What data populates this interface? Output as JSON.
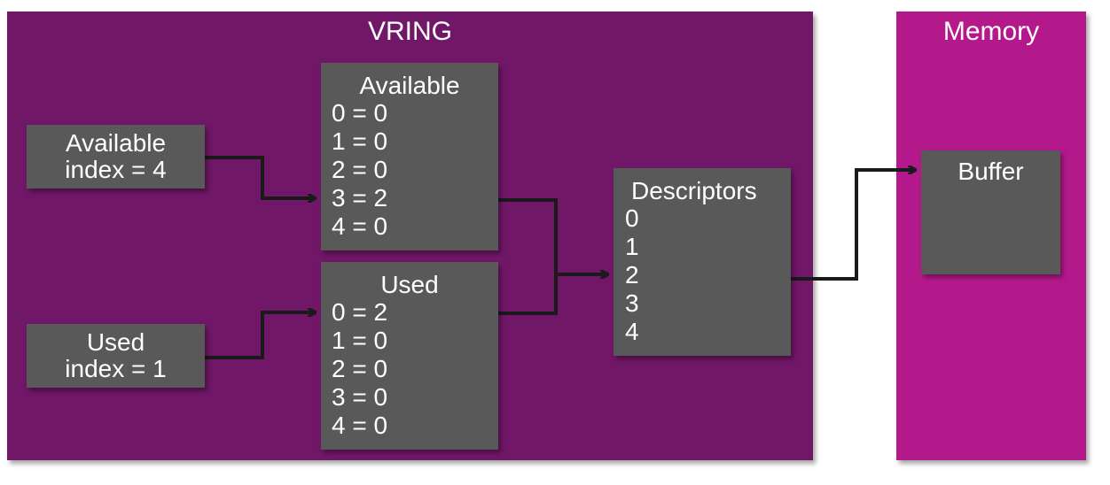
{
  "vring": {
    "title": "VRING"
  },
  "memory": {
    "title": "Memory"
  },
  "available_index": {
    "line1": "Available",
    "line2": "index  = 4"
  },
  "used_index": {
    "line1": "Used",
    "line2": "index  = 1"
  },
  "available_ring": {
    "title": "Available",
    "entries": [
      "0 = 0",
      "1 = 0",
      "2 = 0",
      "3 = 2",
      "4 = 0"
    ]
  },
  "used_ring": {
    "title": "Used",
    "entries": [
      "0 = 2",
      "1 = 0",
      "2 = 0",
      "3 = 0",
      "4 = 0"
    ]
  },
  "descriptors": {
    "title": "Descriptors",
    "entries": [
      "0",
      "1",
      "2",
      "3",
      "4"
    ]
  },
  "buffer": {
    "title": "Buffer"
  },
  "colors": {
    "vring_bg": "#701767",
    "memory_bg": "#b4198b",
    "box_bg": "#595959",
    "arrow": "#1a1a1a"
  }
}
